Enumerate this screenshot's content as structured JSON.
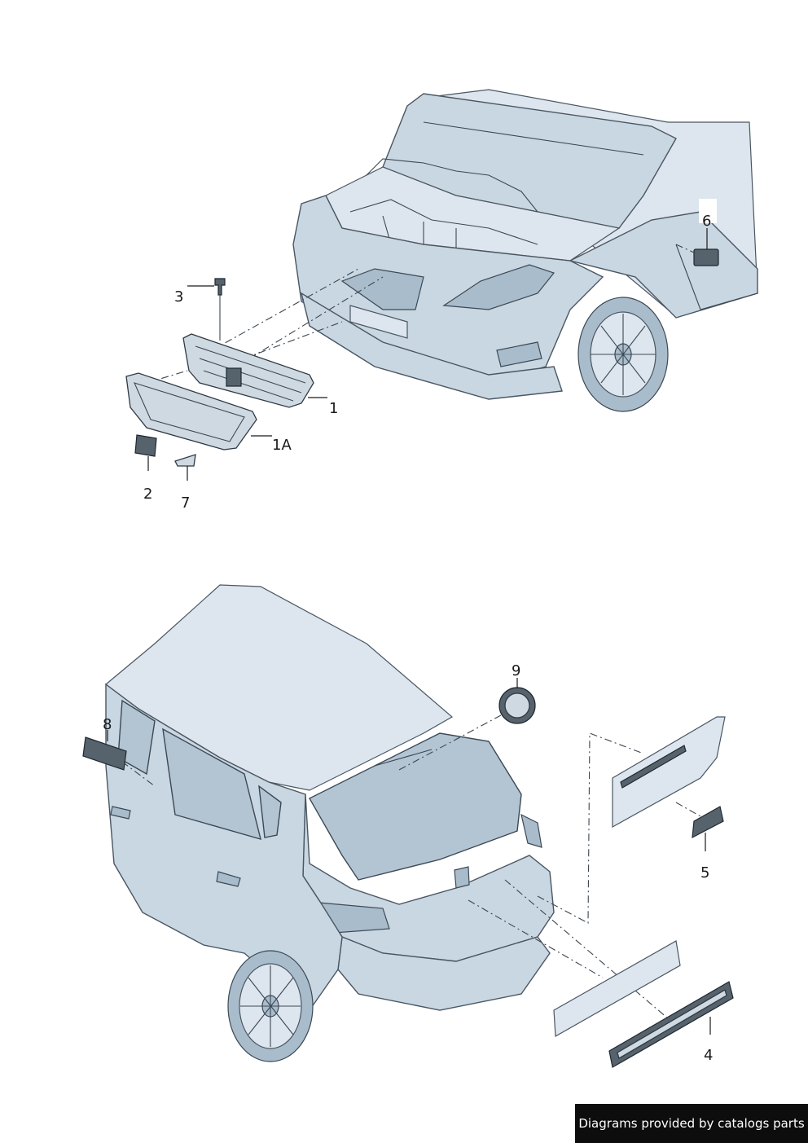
{
  "callouts": {
    "c1": "1",
    "c1a": "1A",
    "c2": "2",
    "c3": "3",
    "c4": "4",
    "c5": "5",
    "c6": "6",
    "c7": "7",
    "c8": "8",
    "c9": "9"
  },
  "footer": {
    "text": "Diagrams provided by catalogs parts"
  }
}
